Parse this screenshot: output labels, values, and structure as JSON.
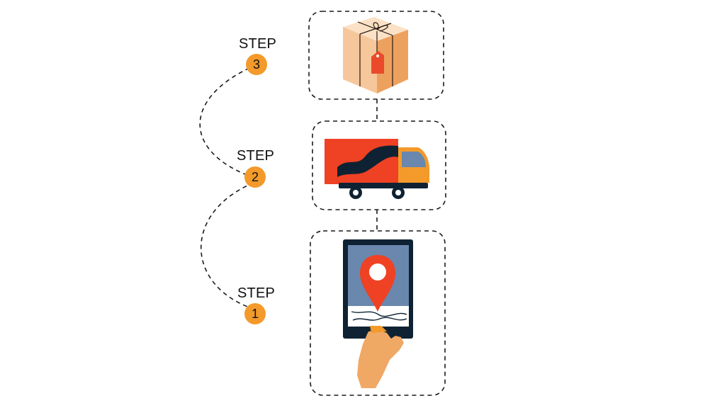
{
  "colors": {
    "badge": "#f39a2b",
    "dashes": "#1a1a1a",
    "box_light": "#f6c79a",
    "box_dark": "#eda15f",
    "tag": "#ea4a2a",
    "truck_red": "#ef4123",
    "truck_navy": "#0f2233",
    "truck_cab": "#f39a2b",
    "screen_blue": "#6a87ad",
    "pin": "#ef4123",
    "hand": "#f0a865"
  },
  "steps": [
    {
      "label": "STEP",
      "number": "1",
      "icon": "tablet-map-pin-icon"
    },
    {
      "label": "STEP",
      "number": "2",
      "icon": "delivery-truck-icon"
    },
    {
      "label": "STEP",
      "number": "3",
      "icon": "package-box-icon"
    }
  ]
}
